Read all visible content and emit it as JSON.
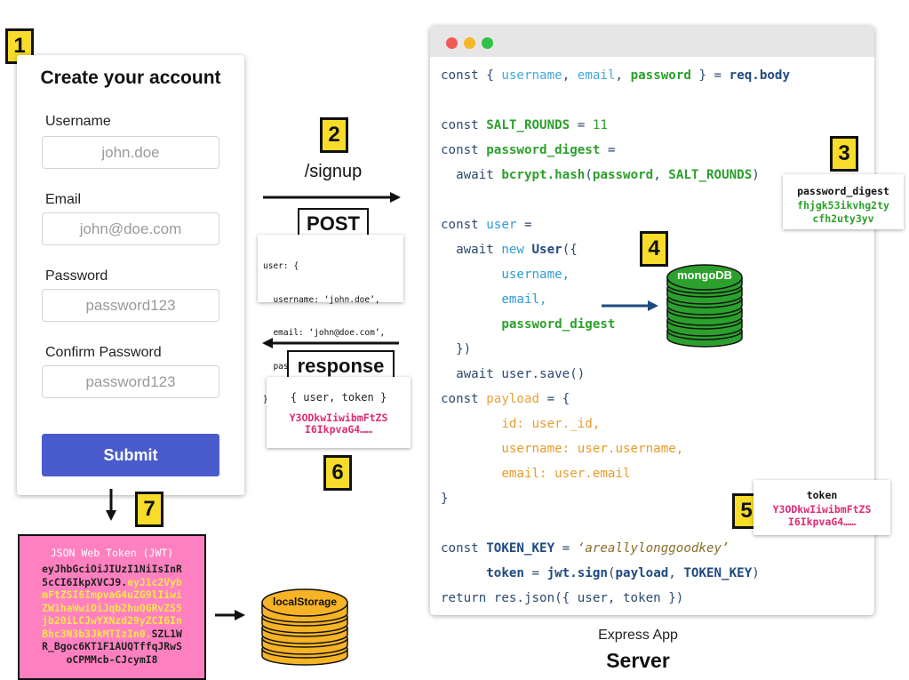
{
  "form": {
    "title": "Create your account",
    "fields": [
      {
        "label": "Username",
        "placeholder": "john.doe"
      },
      {
        "label": "Email",
        "placeholder": "john@doe.com"
      },
      {
        "label": "Password",
        "placeholder": "password123"
      },
      {
        "label": "Confirm Password",
        "placeholder": "password123"
      }
    ],
    "submit_label": "Submit"
  },
  "steps": [
    "1",
    "2",
    "3",
    "4",
    "5",
    "6",
    "7"
  ],
  "request": {
    "route": "/signup",
    "method": "POST",
    "body_lines": [
      "user: {",
      "  username: ‘john.doe’,",
      "  email: ‘john@doe.com’,",
      "  password: ‘password123’",
      "}"
    ]
  },
  "response": {
    "label": "response",
    "payload": "{ user, token }",
    "token_lines": [
      "Y3ODkwIiwibmFtZS",
      "I6IkpvaG4……"
    ]
  },
  "code_lines": [
    [
      {
        "t": "const { ",
        "c": "k"
      },
      {
        "t": "username",
        "c": "v"
      },
      {
        "t": ", ",
        "c": "k"
      },
      {
        "t": "email",
        "c": "v"
      },
      {
        "t": ", ",
        "c": "k"
      },
      {
        "t": "password",
        "c": "g"
      },
      {
        "t": " } = ",
        "c": "k"
      },
      {
        "t": "req.body",
        "c": "db"
      }
    ],
    [],
    [
      {
        "t": "const ",
        "c": "k"
      },
      {
        "t": "SALT_ROUNDS",
        "c": "g"
      },
      {
        "t": " = ",
        "c": "k"
      },
      {
        "t": "11",
        "c": "n"
      }
    ],
    [
      {
        "t": "const ",
        "c": "k"
      },
      {
        "t": "password_digest",
        "c": "g"
      },
      {
        "t": " =",
        "c": "k"
      }
    ],
    [
      {
        "t": "  await ",
        "c": "k"
      },
      {
        "t": "bcrypt.hash",
        "c": "g"
      },
      {
        "t": "(",
        "c": "k"
      },
      {
        "t": "password",
        "c": "g"
      },
      {
        "t": ", ",
        "c": "k"
      },
      {
        "t": "SALT_ROUNDS",
        "c": "g"
      },
      {
        "t": ")",
        "c": "k"
      }
    ],
    [],
    [
      {
        "t": "const ",
        "c": "k"
      },
      {
        "t": "user",
        "c": "lb"
      },
      {
        "t": " =",
        "c": "k"
      }
    ],
    [
      {
        "t": "  await ",
        "c": "k"
      },
      {
        "t": "new ",
        "c": "lb"
      },
      {
        "t": "User",
        "c": "db"
      },
      {
        "t": "({",
        "c": "k"
      }
    ],
    [
      {
        "t": "        ",
        "c": "k"
      },
      {
        "t": "username,",
        "c": "lb"
      }
    ],
    [
      {
        "t": "        ",
        "c": "k"
      },
      {
        "t": "email,",
        "c": "lb"
      }
    ],
    [
      {
        "t": "        ",
        "c": "k"
      },
      {
        "t": "password_digest",
        "c": "g"
      }
    ],
    [
      {
        "t": "  })",
        "c": "k"
      }
    ],
    [
      {
        "t": "  await user.save()",
        "c": "k"
      }
    ],
    [
      {
        "t": "const ",
        "c": "k"
      },
      {
        "t": "payload",
        "c": "o"
      },
      {
        "t": " = {",
        "c": "k"
      }
    ],
    [
      {
        "t": "        id: ",
        "c": "o2"
      },
      {
        "t": "user._id,",
        "c": "o2"
      }
    ],
    [
      {
        "t": "        username: ",
        "c": "o2"
      },
      {
        "t": "user.username,",
        "c": "o2"
      }
    ],
    [
      {
        "t": "        email: ",
        "c": "o2"
      },
      {
        "t": "user.email",
        "c": "o2"
      }
    ],
    [
      {
        "t": "}",
        "c": "k"
      }
    ],
    [],
    [
      {
        "t": "const ",
        "c": "k"
      },
      {
        "t": "TOKEN_KEY",
        "c": "db"
      },
      {
        "t": " = ",
        "c": "k"
      },
      {
        "t": "‘areallylonggoodkey’",
        "c": "str"
      }
    ],
    [
      {
        "t": "      ",
        "c": "k"
      },
      {
        "t": "token",
        "c": "db"
      },
      {
        "t": " = ",
        "c": "k"
      },
      {
        "t": "jwt.sign",
        "c": "db"
      },
      {
        "t": "(",
        "c": "k"
      },
      {
        "t": "payload",
        "c": "db"
      },
      {
        "t": ", ",
        "c": "k"
      },
      {
        "t": "TOKEN_KEY",
        "c": "db"
      },
      {
        "t": ")",
        "c": "k"
      }
    ],
    [
      {
        "t": "return res.json({ user, token })",
        "c": "k"
      }
    ]
  ],
  "digest": {
    "label": "password_digest",
    "value_lines": [
      "fhjgk53ikvhg2ty",
      "cfh2uty3yv"
    ]
  },
  "token_box": {
    "label": "token",
    "value_lines": [
      "Y3ODkwIiwibmFtZS",
      "I6IkpvaG4……"
    ]
  },
  "db": {
    "label": "mongoDB"
  },
  "storage": {
    "label": "localStorage"
  },
  "jwt": {
    "title": "JSON Web Token (JWT)",
    "lines": [
      [
        {
          "t": "eyJhbGciOiJIUzI1NiIsInR",
          "c": "#222"
        }
      ],
      [
        {
          "t": "5cCI6IkpXVCJ9.",
          "c": "#222"
        },
        {
          "t": "eyJ1c2Vyb",
          "c": "#f5e64a"
        }
      ],
      [
        {
          "t": "mFtZSI6ImpvaG4uZG9lIiwi",
          "c": "#f5e64a"
        }
      ],
      [
        {
          "t": "ZW1haWwiOiJqb2huQGRvZS5",
          "c": "#f5e64a"
        }
      ],
      [
        {
          "t": "jb20iLCJwYXNzd29yZCI6In",
          "c": "#f5e64a"
        }
      ],
      [
        {
          "t": "Bhc3N3b3JkMTIzIn0.",
          "c": "#f5e64a"
        },
        {
          "t": "SZL1W",
          "c": "#222"
        }
      ],
      [
        {
          "t": "R_Bgoc6KT1F1AUQTffqJRwS",
          "c": "#222"
        }
      ],
      [
        {
          "t": "oCPMMcb-CJcymI8",
          "c": "#222"
        }
      ]
    ]
  },
  "server": {
    "subtitle": "Express App",
    "title": "Server"
  },
  "colors": {
    "accent_yellow": "#f7dc2a",
    "submit_blue": "#4a5ccd",
    "mongo_green": "#2ca02c",
    "storage_orange": "#f6b326",
    "jwt_pink": "#ff80c0"
  }
}
